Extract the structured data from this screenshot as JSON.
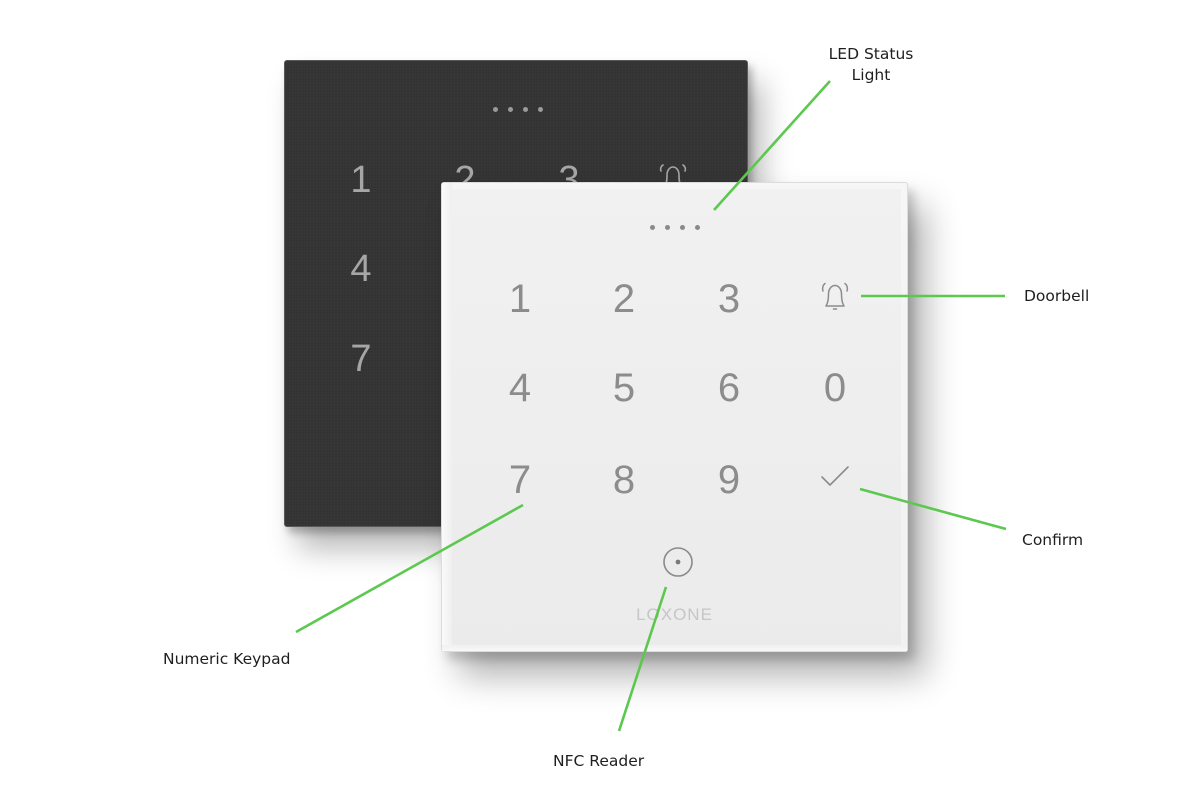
{
  "colors": {
    "callout_line": "#5cc84f",
    "dark_device": "#333333",
    "white_device": "#eeeeee",
    "label_text": "#1f1f1f"
  },
  "dark_keypad": {
    "led_count": 4,
    "visible_keys": [
      "1",
      "2",
      "3",
      "4",
      "7"
    ],
    "doorbell_icon": "bell-icon"
  },
  "white_keypad": {
    "led_count": 4,
    "keys": {
      "row1": [
        "1",
        "2",
        "3"
      ],
      "row2": [
        "4",
        "5",
        "6",
        "0"
      ],
      "row3": [
        "7",
        "8",
        "9"
      ]
    },
    "doorbell_icon": "bell-icon",
    "confirm_icon": "checkmark-icon",
    "nfc_icon": "nfc-target-icon",
    "brand": "LOXONE"
  },
  "callouts": {
    "led_status": {
      "line1": "LED Status",
      "line2": "Light"
    },
    "doorbell": "Doorbell",
    "confirm": "Confirm",
    "numeric_keypad": "Numeric Keypad",
    "nfc_reader": "NFC Reader"
  }
}
